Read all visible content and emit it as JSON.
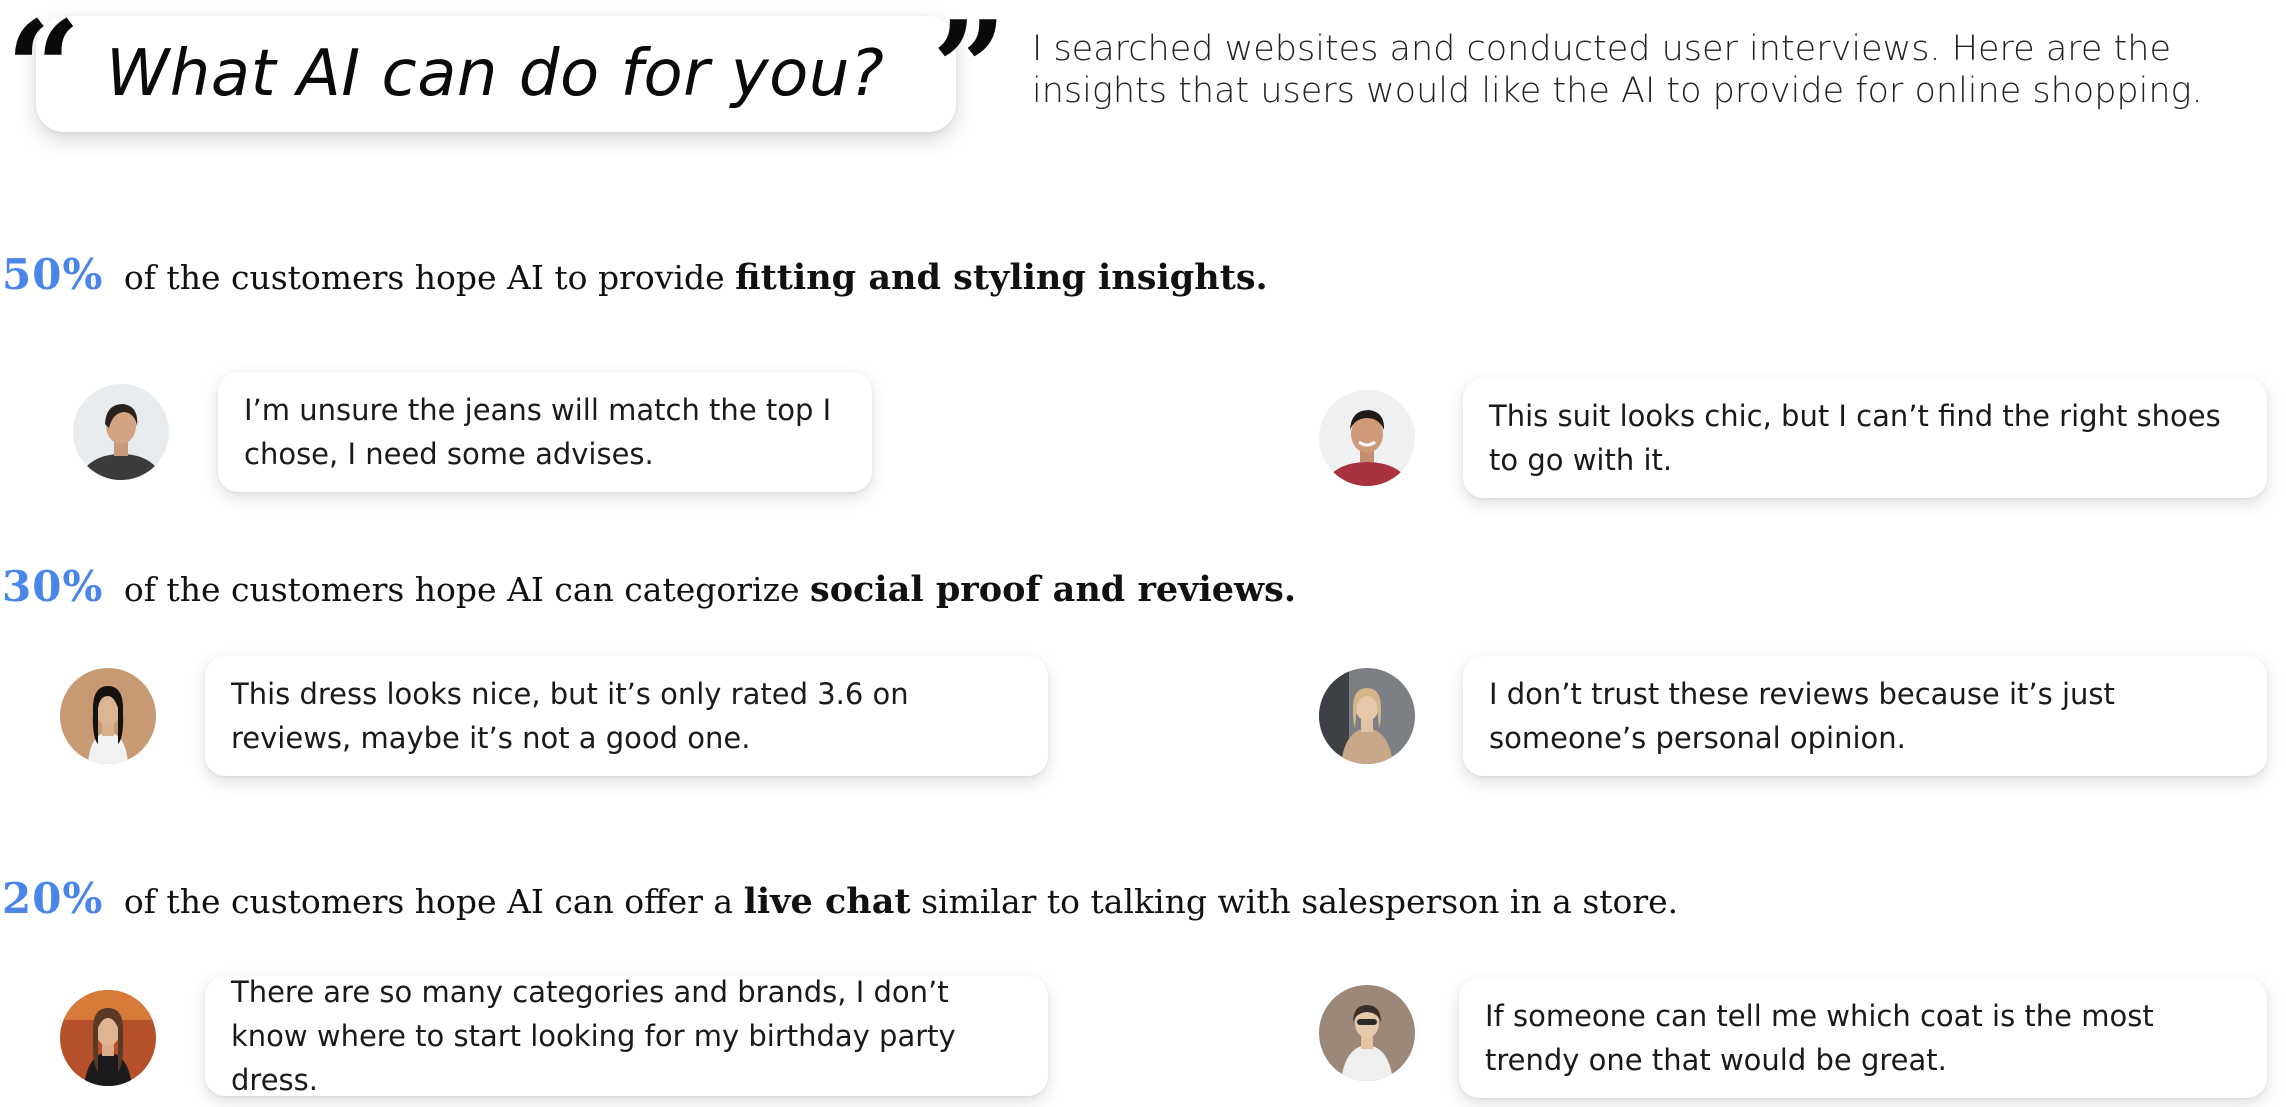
{
  "header": {
    "open_quote": "“",
    "close_quote": "”",
    "title": "What AI can do for you?",
    "intro": "I searched websites and conducted user interviews. Here are the insights that users would like the AI to provide for online shopping."
  },
  "accent_color": "#4a86e8",
  "insights": [
    {
      "percent": "50%",
      "text_before": "of the customers hope AI to provide",
      "bold": "fitting and styling insights.",
      "text_after": "",
      "quotes": [
        {
          "avatar_icon": "person-avatar-icon",
          "text": "I’m unsure the jeans will match the top I chose, I need some advises."
        },
        {
          "avatar_icon": "person-avatar-icon",
          "text": "This suit looks chic, but I can’t find the right shoes to go with it."
        }
      ]
    },
    {
      "percent": "30%",
      "text_before": "of the customers hope AI can categorize",
      "bold": "social proof and reviews.",
      "text_after": "",
      "quotes": [
        {
          "avatar_icon": "person-avatar-icon",
          "text": "This dress looks nice, but it’s only rated 3.6 on reviews, maybe it’s not a good one."
        },
        {
          "avatar_icon": "person-avatar-icon",
          "text": "I don’t trust these reviews because it’s just someone’s personal opinion."
        }
      ]
    },
    {
      "percent": "20%",
      "text_before": "of the customers hope AI can offer a",
      "bold": "live chat",
      "text_after": "similar to talking with salesperson in a store.",
      "quotes": [
        {
          "avatar_icon": "person-avatar-icon",
          "text": "There are so many categories and brands, I don’t know where to start looking for my birthday party dress."
        },
        {
          "avatar_icon": "person-avatar-icon",
          "text": "If someone can tell me which coat is the most trendy one that would be great."
        }
      ]
    }
  ]
}
